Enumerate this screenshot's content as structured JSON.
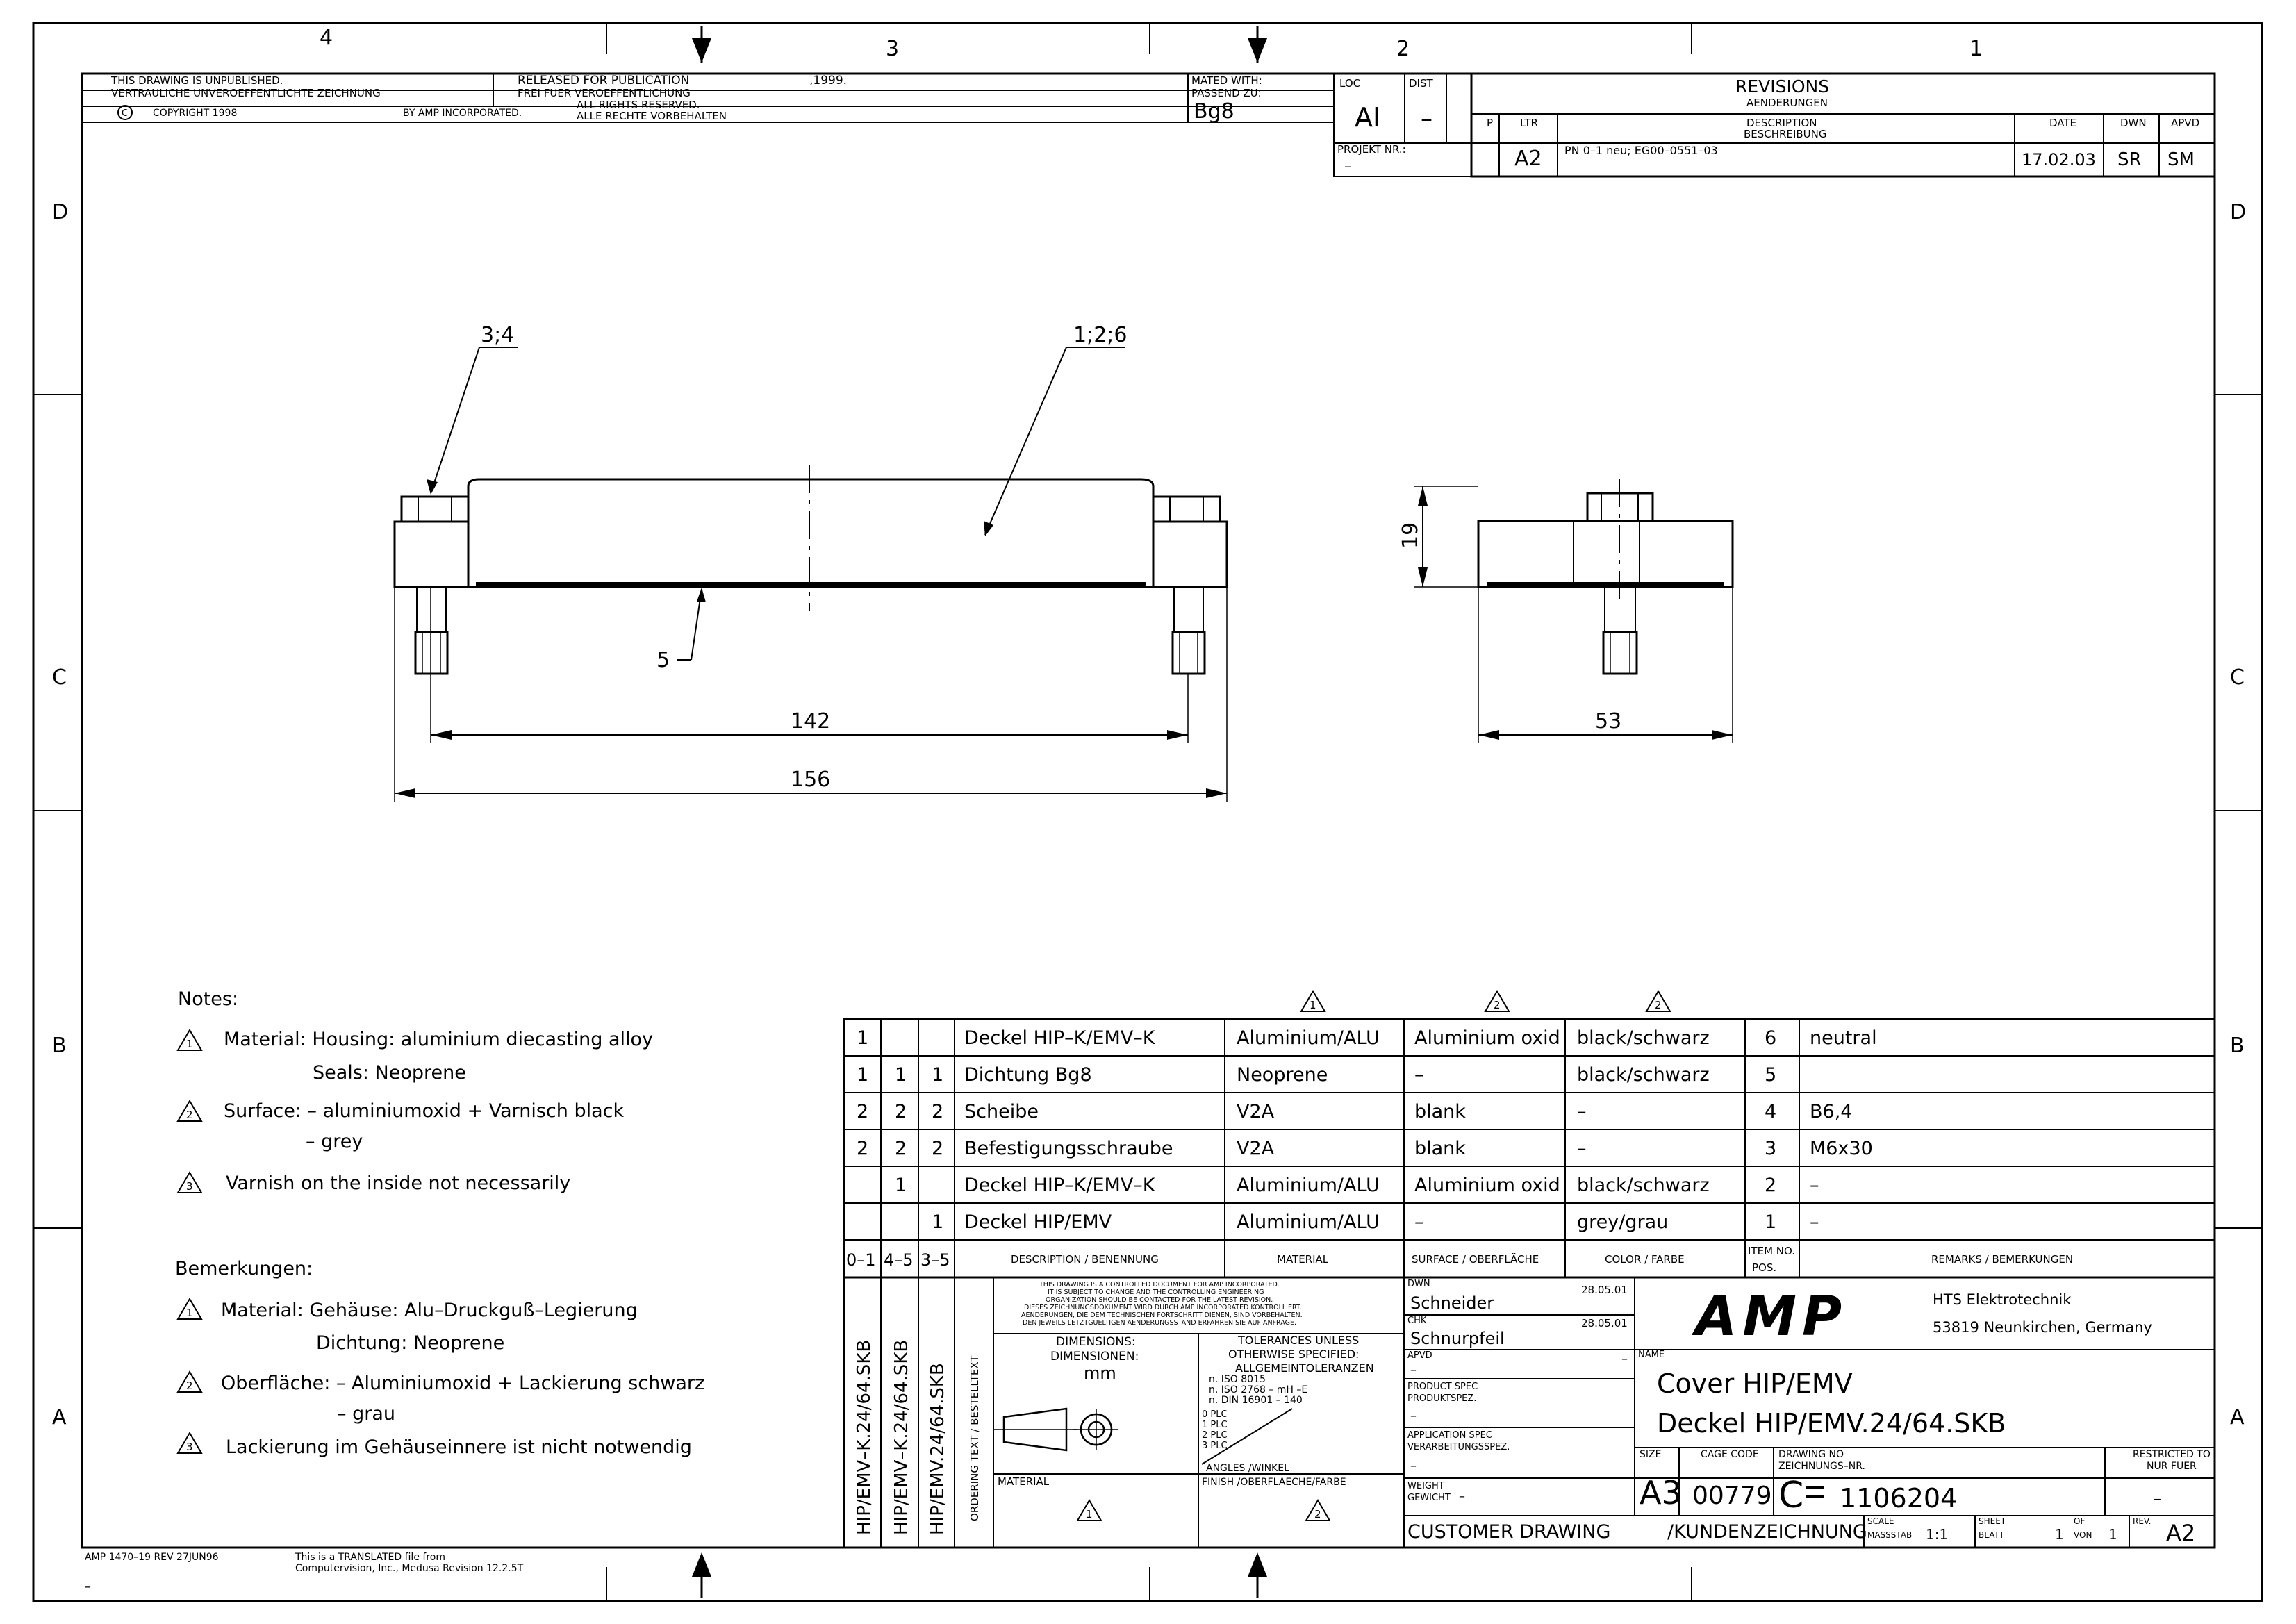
{
  "zones": {
    "top": [
      "4",
      "3",
      "2",
      "1"
    ],
    "side": [
      "D",
      "C",
      "B",
      "A"
    ]
  },
  "header": {
    "unpublished": "THIS DRAWING IS UNPUBLISHED.",
    "unpublished_de": "VERTRAULICHE UNVEROEFFENTLICHTE ZEICHNUNG",
    "copyright": "COPYRIGHT 1998",
    "copyright_symbol": "C",
    "by": "BY AMP INCORPORATED.",
    "released": "RELEASED FOR PUBLICATION",
    "released_year": ",1999.",
    "released_de": "FREI FUER VEROEFFENTLICHUNG",
    "rights": "ALL RIGHTS RESERVED.",
    "rights_de": "ALLE RECHTE VORBEHALTEN",
    "mated_label": "MATED WITH:",
    "mated_label_de": "PASSEND ZU:",
    "mated_value": "Bg8",
    "loc_label": "LOC",
    "loc_value": "AI",
    "dist_label": "DIST",
    "dist_value": "–",
    "projekt_label": "PROJEKT NR.:",
    "projekt_value": "–"
  },
  "revisions": {
    "title": "REVISIONS",
    "title_de": "AENDERUNGEN",
    "col_p": "P",
    "col_ltr": "LTR",
    "col_desc": "DESCRIPTION",
    "col_desc_de": "BESCHREIBUNG",
    "col_date": "DATE",
    "col_dwn": "DWN",
    "col_apvd": "APVD",
    "row": {
      "ltr": "A2",
      "desc": "PN 0–1 neu; EG00–0551–03",
      "date": "17.02.03",
      "dwn": "SR",
      "apvd": "SM"
    }
  },
  "drawing": {
    "callout_34": "3;4",
    "callout_126": "1;2;6",
    "callout_5": "5",
    "dim_142": "142",
    "dim_156": "156",
    "dim_19": "19",
    "dim_53": "53"
  },
  "notes": {
    "title": "Notes:",
    "n1_num": "1",
    "n1_a": "Material: Housing: aluminium diecasting alloy",
    "n1_b": "Seals: Neoprene",
    "n2_num": "2",
    "n2_a": "Surface: – aluminiumoxid + Varnisch black",
    "n2_b": "– grey",
    "n3_num": "3",
    "n3_a": "Varnish on the inside not necessarily",
    "de_title": "Bemerkungen:",
    "d1_a": "Material:  Gehäuse: Alu–Druckguß–Legierung",
    "d1_b": "Dichtung: Neoprene",
    "d2_a": "Oberfläche: – Aluminiumoxid + Lackierung schwarz",
    "d2_b": "– grau",
    "d3_a": "Lackierung im Gehäuseinnere ist nicht notwendig"
  },
  "bom": {
    "flags": {
      "material": "1",
      "surface": "2",
      "color": "2"
    },
    "rows": [
      {
        "q1": "1",
        "q2": "",
        "q3": "",
        "desc": "Deckel HIP–K/EMV–K",
        "material": "Aluminium/ALU",
        "surface": "Aluminium oxid",
        "color": "black/schwarz",
        "item": "6",
        "remarks": "neutral"
      },
      {
        "q1": "1",
        "q2": "1",
        "q3": "1",
        "desc": "Dichtung Bg8",
        "material": "Neoprene",
        "surface": "–",
        "color": "black/schwarz",
        "item": "5",
        "remarks": ""
      },
      {
        "q1": "2",
        "q2": "2",
        "q3": "2",
        "desc": "Scheibe",
        "material": "V2A",
        "surface": "blank",
        "color": "–",
        "item": "4",
        "remarks": "B6,4"
      },
      {
        "q1": "2",
        "q2": "2",
        "q3": "2",
        "desc": "Befestigungsschraube",
        "material": "V2A",
        "surface": "blank",
        "color": "–",
        "item": "3",
        "remarks": "M6x30"
      },
      {
        "q1": "",
        "q2": "1",
        "q3": "",
        "desc": "Deckel HIP–K/EMV–K",
        "material": "Aluminium/ALU",
        "surface": "Aluminium oxid",
        "color": "black/schwarz",
        "item": "2",
        "remarks": "–"
      },
      {
        "q1": "",
        "q2": "",
        "q3": "1",
        "desc": "Deckel HIP/EMV",
        "material": "Aluminium/ALU",
        "surface": "–",
        "color": "grey/grau",
        "item": "1",
        "remarks": "–"
      }
    ],
    "header": {
      "q1": "0–1",
      "q2": "4–5",
      "q3": "3–5",
      "desc": "DESCRIPTION / BENENNUNG",
      "material": "MATERIAL",
      "surface": "SURFACE / OBERFLÄCHE",
      "color": "COLOR / FARBE",
      "item": "ITEM NO.",
      "item_b": "POS.",
      "remarks": "REMARKS / BEMERKUNGEN"
    }
  },
  "titleblock": {
    "ord1": "HIP/EMV–K.24/64.SKB",
    "ord2": "HIP/EMV–K.24/64.SKB",
    "ord3": "HIP/EMV.24/64.SKB",
    "ord_label": "ORDERING TEXT / BESTELLTEXT",
    "ctrl1": "THIS DRAWING IS A CONTROLLED DOCUMENT FOR AMP INCORPORATED.",
    "ctrl2": "IT IS SUBJECT TO CHANGE AND THE CONTROLLING ENGINEERING",
    "ctrl3": "ORGANIZATION SHOULD BE CONTACTED FOR THE LATEST REVISION.",
    "ctrl4": "DIESES ZEICHNUNGSDOKUMENT WIRD DURCH AMP INCORPORATED KONTROLLIERT.",
    "ctrl5": "AENDERUNGEN, DIE DEM TECHNISCHEN FORTSCHRITT DIENEN, SIND VORBEHALTEN.",
    "ctrl6": "DEN JEWEILS LETZTGUELTIGEN AENDERUNGSSTAND ERFAHREN SIE AUF ANFRAGE.",
    "dims1": "DIMENSIONS:",
    "dims2": "DIMENSIONEN:",
    "dims3": "mm",
    "tol1": "TOLERANCES UNLESS",
    "tol2": "OTHERWISE SPECIFIED:",
    "tol3": "ALLGEMEINTOLERANZEN",
    "tol4": "n. ISO 8015",
    "tol5": "n. ISO 2768 –   mH –E",
    "tol6": "n. DIN 16901 –   140",
    "tol7": "0 PLC",
    "tol8": "1 PLC",
    "tol9": "2 PLC",
    "tol10": "3 PLC",
    "tol11": "ANGLES /WINKEL",
    "material_label": "MATERIAL",
    "finish_label": "FINISH /OBERFLAECHE/FARBE",
    "dwn_label": "DWN",
    "dwn_name": "Schneider",
    "dwn_date": "28.05.01",
    "chk_label": "CHK",
    "chk_name": "Schnurpfeil",
    "chk_date": "28.05.01",
    "apvd_label": "APVD",
    "apvd_value": "–",
    "apvd_date": "–",
    "prod_label": "PRODUCT SPEC",
    "prod_label_de": "PRODUKTSPEZ.",
    "prod_value": "–",
    "app_label": "APPLICATION SPEC",
    "app_label_de": "VERARBEITUNGSSPEZ.",
    "app_value": "–",
    "weight_label": "WEIGHT",
    "weight_label_de": "GEWICHT",
    "weight_value": "–",
    "customer": "CUSTOMER DRAWING",
    "kunden": "/KUNDENZEICHNUNG",
    "logo": "AMP",
    "company": "HTS Elektrotechnik",
    "address": "53819 Neunkirchen, Germany",
    "name_label": "NAME",
    "name1": "Cover HIP/EMV",
    "name2": "Deckel HIP/EMV.24/64.SKB",
    "size_label": "SIZE",
    "size_value": "A3",
    "cage_label": "CAGE CODE",
    "cage_value": "00779",
    "dwgno_label": "DRAWING NO",
    "dwgno_label_de": "ZEICHNUNGS–NR.",
    "dwgno_prefix": "C",
    "dwgno_value": "1106204",
    "restricted": "RESTRICTED TO",
    "restricted_de": "NUR FUER",
    "restricted_value": "–",
    "scale_label": "SCALE",
    "scale_label_de": "MASSSTAB",
    "scale_value": "1:1",
    "sheet_label": "SHEET",
    "sheet_label_de": "BLATT",
    "sheet_value": "1",
    "of_label": "OF",
    "of_label_de": "VON",
    "of_value": "1",
    "rev_label": "REV.",
    "rev_value": "A2"
  },
  "footer": {
    "form": "AMP 1470–19 REV 27JUN96",
    "translated1": "This is a TRANSLATED file from",
    "translated2": "Computervision, Inc., Medusa Revision 12.2.5T",
    "dash": "–"
  }
}
